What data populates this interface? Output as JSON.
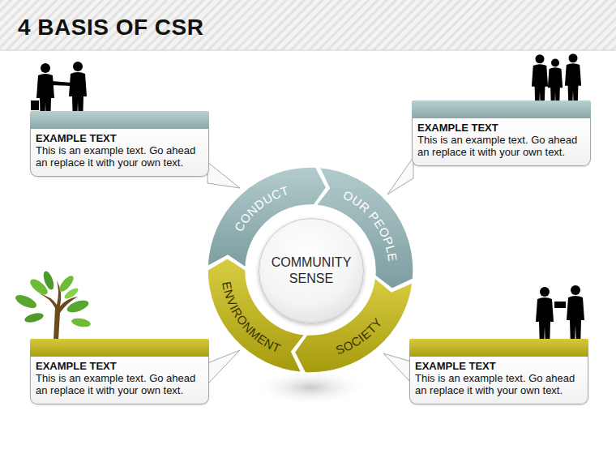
{
  "diagram": {
    "title": "4 BASIS OF CSR",
    "nodes": [
      {
        "text": [
          "EXAMPLE TEXT",
          "This is an example text. Go ahead an replace it with your own text."
        ]
      },
      {
        "text": [
          "EXAMPLE TEXT",
          "This is an example text. Go ahead an replace it with your own text."
        ]
      },
      {
        "text": [
          "CONDUCT"
        ]
      },
      {
        "text": [
          "OUR PEOPLE"
        ]
      },
      {
        "text": [
          "COMMUNITY SENSE"
        ]
      },
      {
        "text": [
          "ENVIRONMENT"
        ]
      },
      {
        "text": [
          "SOCIETY"
        ]
      },
      {
        "text": [
          "EXAMPLE TEXT",
          "This is an example text. Go ahead an replace it with your own text."
        ]
      },
      {
        "text": [
          "EXAMPLE TEXT",
          "This is an example text. Go ahead an replace it with your own text."
        ]
      }
    ]
  }
}
